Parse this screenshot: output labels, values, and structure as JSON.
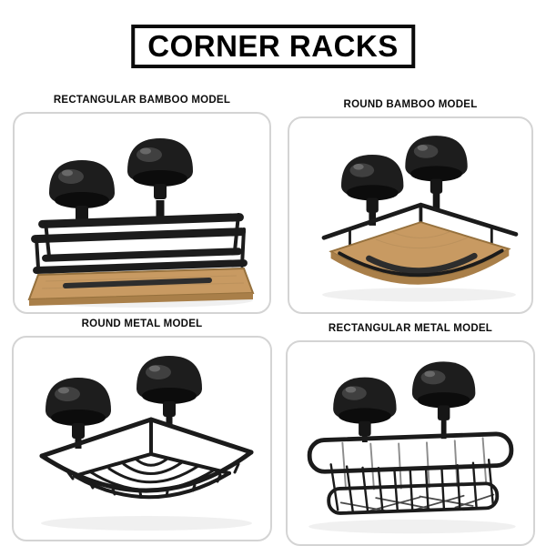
{
  "title": "CORNER RACKS",
  "panels": [
    {
      "label": "RECTANGULAR BAMBOO MODEL"
    },
    {
      "label": "ROUND BAMBOO MODEL"
    },
    {
      "label": "ROUND METAL MODEL"
    },
    {
      "label": "RECTANGULAR METAL MODEL"
    }
  ],
  "colors": {
    "title_border": "#0a0a0a",
    "panel_border": "#d4d4d4",
    "frame_black": "#1b1b1b",
    "bamboo": "#c89a62",
    "bamboo_edge": "#96713d",
    "background": "#ffffff"
  }
}
